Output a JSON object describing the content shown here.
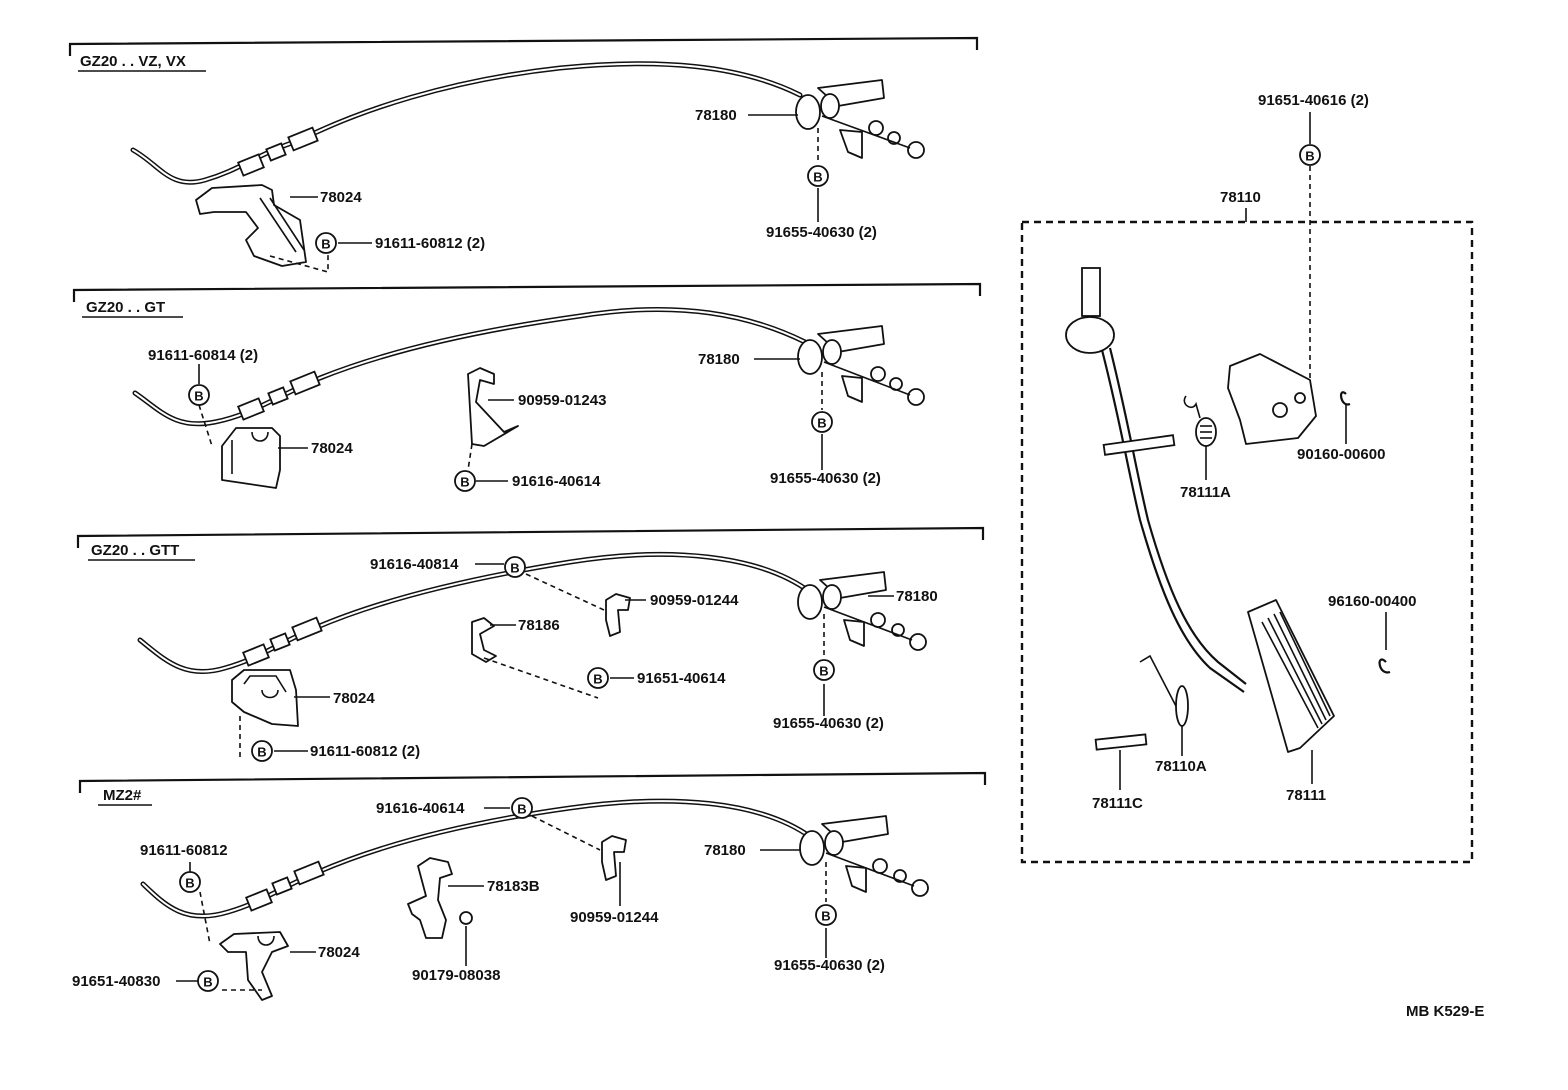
{
  "sections": [
    {
      "label": "GZ20 . . VZ, VX"
    },
    {
      "label": "GZ20 . . GT"
    },
    {
      "label": "GZ20 . . GTT"
    },
    {
      "label": "MZ2#"
    }
  ],
  "bolt_symbol": "B",
  "callouts": {
    "s1_78180": "78180",
    "s1_78024": "78024",
    "s1_91611": "91611-60812 (2)",
    "s1_91655": "91655-40630 (2)",
    "s2_91611": "91611-60814 (2)",
    "s2_78180": "78180",
    "s2_78024": "78024",
    "s2_90959": "90959-01243",
    "s2_91616": "91616-40614",
    "s2_91655": "91655-40630 (2)",
    "s3_91616": "91616-40814",
    "s3_78180": "78180",
    "s3_90959": "90959-01244",
    "s3_78186": "78186",
    "s3_91651": "91651-40614",
    "s3_78024": "78024",
    "s3_91611": "91611-60812 (2)",
    "s3_91655": "91655-40630 (2)",
    "s4_91616": "91616-40614",
    "s4_91611": "91611-60812",
    "s4_78180": "78180",
    "s4_78183B": "78183B",
    "s4_78024": "78024",
    "s4_90959": "90959-01244",
    "s4_91651": "91651-40830",
    "s4_90179": "90179-08038",
    "s4_91655": "91655-40630 (2)",
    "p_91651": "91651-40616 (2)",
    "p_78110": "78110",
    "p_78111A": "78111A",
    "p_90160": "90160-00600",
    "p_96160": "96160-00400",
    "p_78110A": "78110A",
    "p_78111C": "78111C",
    "p_78111": "78111"
  },
  "drawing_code": "MB K529-E"
}
